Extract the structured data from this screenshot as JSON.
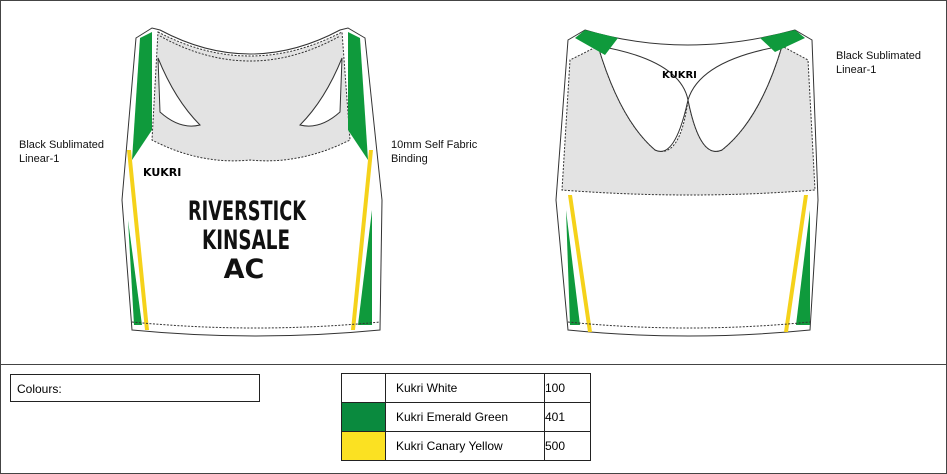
{
  "annotations": {
    "front_left": [
      "Black Sublimated",
      "Linear-1"
    ],
    "front_right": [
      "10mm Self Fabric",
      "Binding"
    ],
    "back_right": [
      "Black Sublimated",
      "Linear-1"
    ]
  },
  "garment": {
    "brand": "KUKRI",
    "front_print": [
      "RIVERSTICK",
      "KINSALE",
      "AC"
    ]
  },
  "colours": {
    "label": "Colours:",
    "items": [
      {
        "name": "Kukri White",
        "code": "100",
        "hex": "#ffffff"
      },
      {
        "name": "Kukri Emerald Green",
        "code": "401",
        "hex": "#0a8a3e"
      },
      {
        "name": "Kukri Canary Yellow",
        "code": "500",
        "hex": "#fbe122"
      }
    ]
  },
  "palette": {
    "green": "#0f9a3c",
    "yellow": "#f5d21b",
    "grey": "#e3e3e3"
  }
}
